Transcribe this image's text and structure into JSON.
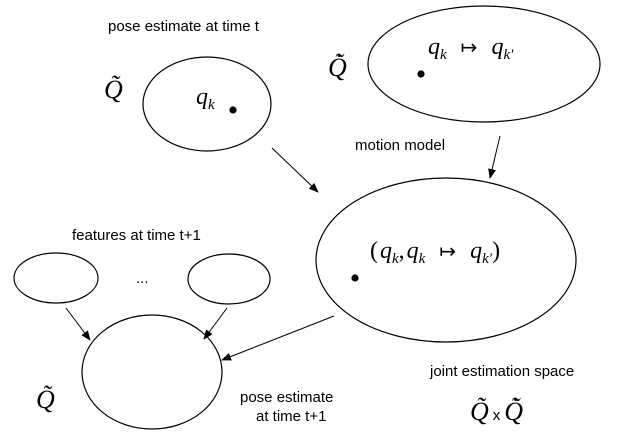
{
  "diagram": {
    "labels": {
      "pose_t": "pose estimate at time t",
      "motion_model": "motion model",
      "features_t1": "features at time t+1",
      "ellipsis": "...",
      "pose_t1_line1": "pose estimate",
      "pose_t1_line2": "at time t+1",
      "joint_space": "joint estimation space"
    },
    "symbols": {
      "Q_tilde": "Q̃",
      "Q_dot_tilde": "Q̃̇",
      "q": "q",
      "sub_k": "k",
      "sub_kprime": "k′",
      "maps_to": "↦",
      "paren_open": "(",
      "comma": ",",
      "paren_close": ")",
      "times": "x"
    }
  }
}
